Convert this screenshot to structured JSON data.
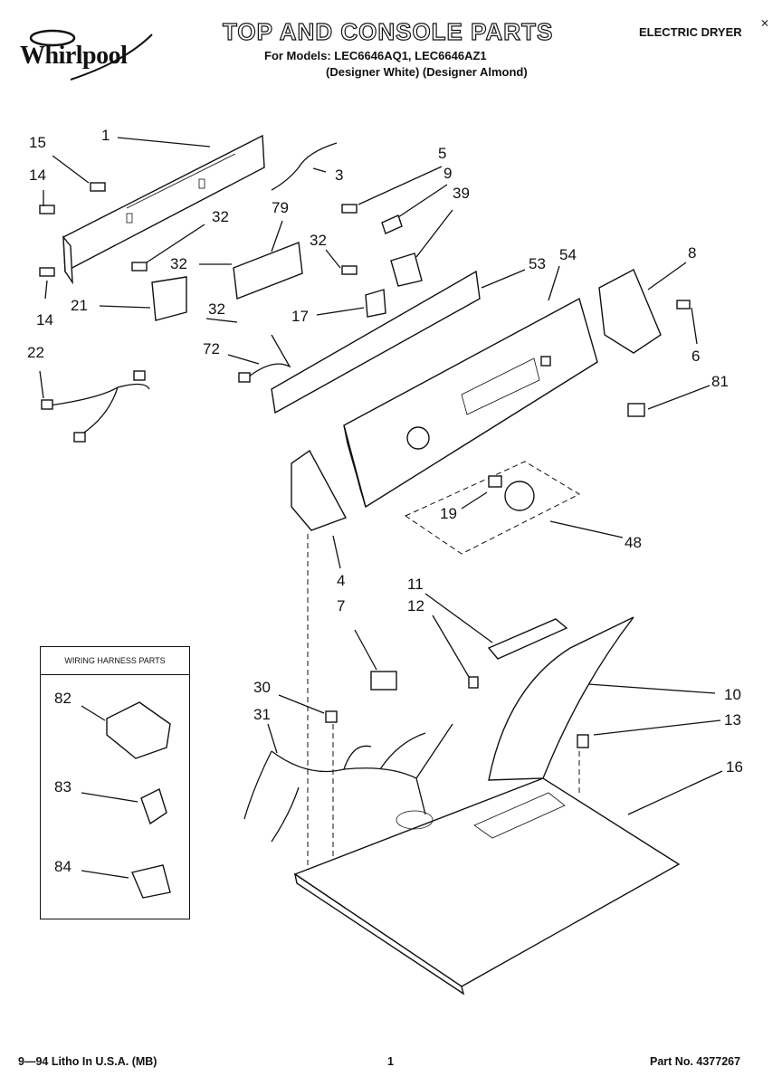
{
  "header": {
    "brand": "Whirlpool",
    "title": "TOP AND CONSOLE PARTS",
    "models_line": "For Models: LEC6646AQ1, LEC6646AZ1",
    "colors_line": "(Designer White) (Designer Almond)",
    "product": "ELECTRIC DRYER"
  },
  "callouts": [
    "1",
    "3",
    "15",
    "14",
    "32",
    "79",
    "5",
    "9",
    "39",
    "32",
    "32",
    "53",
    "54",
    "8",
    "6",
    "81",
    "21",
    "32",
    "17",
    "14",
    "22",
    "72",
    "19",
    "48",
    "4",
    "7",
    "11",
    "12",
    "10",
    "13",
    "30",
    "31",
    "16"
  ],
  "harness_box": {
    "title": "WIRING HARNESS PARTS",
    "items": [
      "82",
      "83",
      "84"
    ]
  },
  "footer": {
    "litho": "9—94 Litho In U.S.A. (MB)",
    "page": "1",
    "part_no": "Part No. 4377267"
  }
}
